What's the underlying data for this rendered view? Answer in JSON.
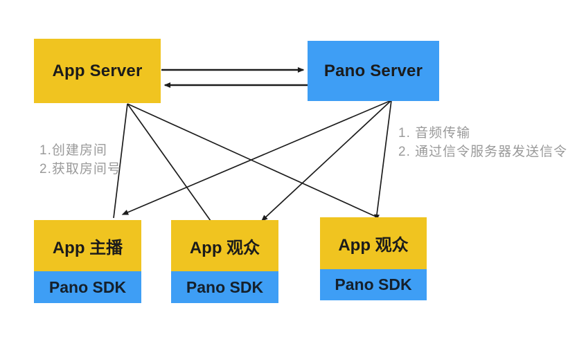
{
  "nodes": {
    "app_server": {
      "label": "App Server"
    },
    "pano_server": {
      "label": "Pano Server"
    },
    "clients": [
      {
        "role": "App 主播",
        "sdk": "Pano SDK"
      },
      {
        "role": "App 观众",
        "sdk": "Pano SDK"
      },
      {
        "role": "App 观众",
        "sdk": "Pano SDK"
      }
    ]
  },
  "notes": {
    "app_server_steps": [
      "1.创建房间",
      "2.获取房间号"
    ],
    "pano_server_steps": [
      "1. 音频传输",
      "2. 通过信令服务器发送信令"
    ]
  },
  "edges": [
    {
      "from": "app-server",
      "to": "pano-server",
      "arrowhead": true
    },
    {
      "from": "pano-server",
      "to": "app-server",
      "arrowhead": true
    },
    {
      "from": "app-server",
      "to": "client-host",
      "arrowhead": false
    },
    {
      "from": "app-server",
      "to": "client-viewer-1",
      "arrowhead": false
    },
    {
      "from": "app-server",
      "to": "client-viewer-2",
      "arrowhead": false
    },
    {
      "from": "pano-server",
      "to": "client-host",
      "arrowhead": true
    },
    {
      "from": "pano-server",
      "to": "client-viewer-1",
      "arrowhead": true
    },
    {
      "from": "pano-server",
      "to": "client-viewer-2",
      "arrowhead": true
    }
  ],
  "colors": {
    "yellow_box": "#F0C420",
    "blue_box": "#3E9EF5",
    "edge_line": "#1c1c1c",
    "note_text": "#9a9a9a",
    "label_text": "#1b1b1b",
    "background": "#ffffff"
  }
}
